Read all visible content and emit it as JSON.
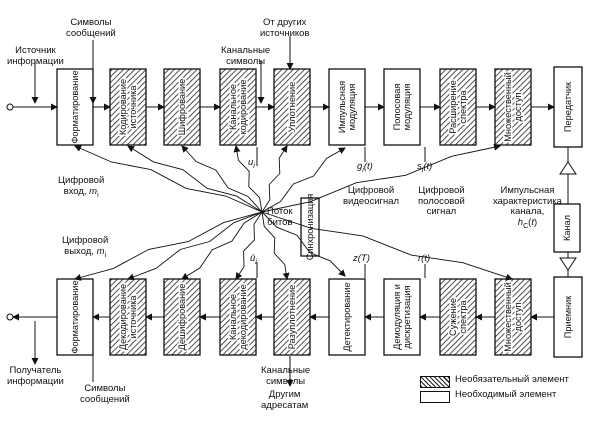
{
  "transmitter_blocks": [
    {
      "label": "Форматирование",
      "optional": false
    },
    {
      "label": "Кодирование\nисточника",
      "optional": true
    },
    {
      "label": "Шифрование",
      "optional": true
    },
    {
      "label": "Канальное\nкодирование",
      "optional": true
    },
    {
      "label": "Уплотнение",
      "optional": true
    },
    {
      "label": "Импульсная\nмодуляция",
      "optional": false
    },
    {
      "label": "Полосовая\nмодуляция",
      "optional": false
    },
    {
      "label": "Расширение\nспектра",
      "optional": true
    },
    {
      "label": "Множественный\nдоступ",
      "optional": true
    },
    {
      "label": "Передатчик",
      "optional": false
    }
  ],
  "receiver_blocks": [
    {
      "label": "Форматирование",
      "optional": false
    },
    {
      "label": "Декодирование\nисточника",
      "optional": true
    },
    {
      "label": "Дешифрование",
      "optional": true
    },
    {
      "label": "Канальное\nдекодирование",
      "optional": true
    },
    {
      "label": "Разуплотнение",
      "optional": true
    },
    {
      "label": "Детектирование",
      "optional": false
    },
    {
      "label": "Демодуляция и\nдискретизация",
      "optional": false
    },
    {
      "label": "Сужение\nспектра",
      "optional": true
    },
    {
      "label": "Множественный\nдоступ",
      "optional": true
    },
    {
      "label": "Приемник",
      "optional": false
    }
  ],
  "sync_block": "Синхронизация",
  "channel_block": "Канал",
  "labels": {
    "source": "Источник\nинформации",
    "message_symbols_top": "Символы\nсообщений",
    "from_other_sources": "От других\nисточников",
    "channel_symbols_top": "Канальные\nсимволы",
    "u_i_top": "u",
    "g_i_t": "g",
    "s_i_t": "s",
    "digital_input": "Цифровой\nвход,",
    "m_i_top": "m",
    "bit_stream": "Поток\nбитов",
    "digital_video": "Цифровой\nвидеосигнал",
    "digital_bandpass": "Цифровой\nполосовой\nсигнал",
    "impulse_response": "Импульсная\nхарактеристика\nканала,",
    "h_c_t": "h",
    "digital_output": "Цифровой\nвыход,",
    "m_i_bottom": "m",
    "u_i_bottom": "û",
    "z_T": "z(T)",
    "r_t": "r(t)",
    "receiver_info": "Получатель\nинформации",
    "message_symbols_bottom": "Символы\nсообщений",
    "channel_symbols_bottom": "Канальные\nсимволы",
    "to_other_recipients": "Другим\nадресатам"
  },
  "legend": {
    "optional": "Необязательный элемент",
    "required": "Необходимый элемент"
  }
}
